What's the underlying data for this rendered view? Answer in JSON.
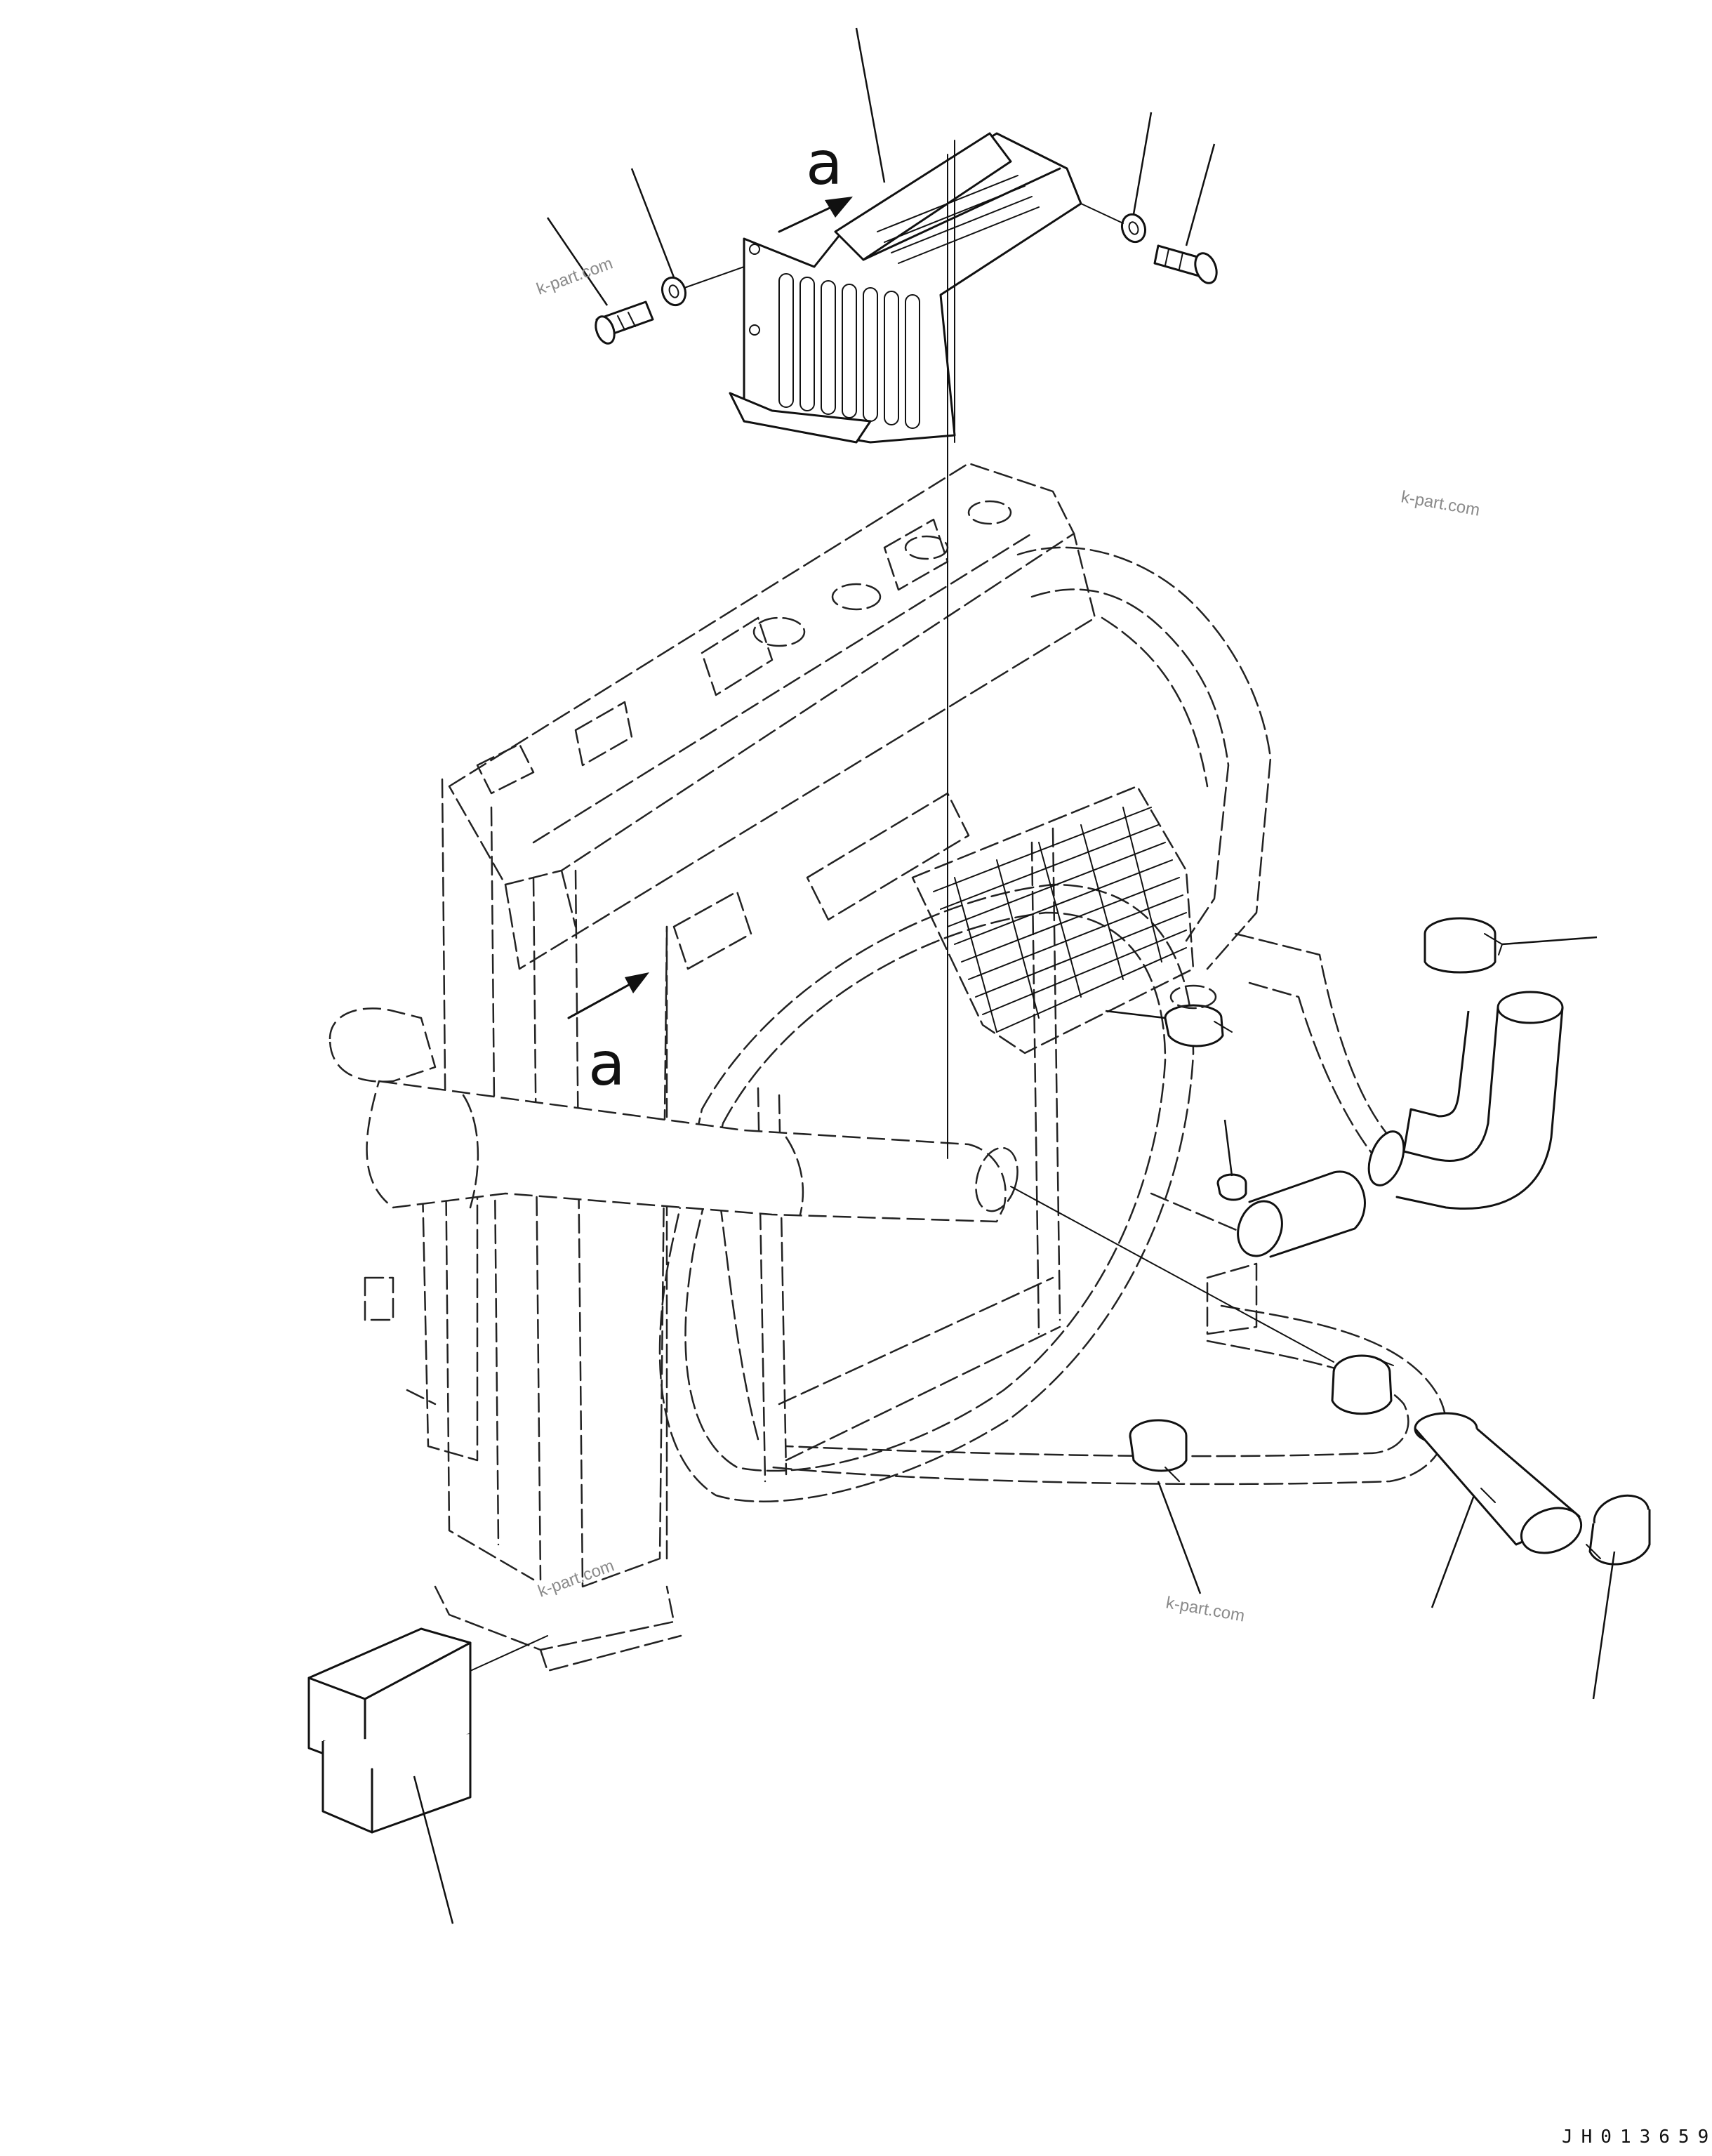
{
  "diagram": {
    "view_letter_top": "a",
    "view_letter_side": "a",
    "watermarks": [
      "k-part.com",
      "k-part.com",
      "k-part.com",
      "k-part.com"
    ],
    "drawing_code": "JH013659"
  }
}
